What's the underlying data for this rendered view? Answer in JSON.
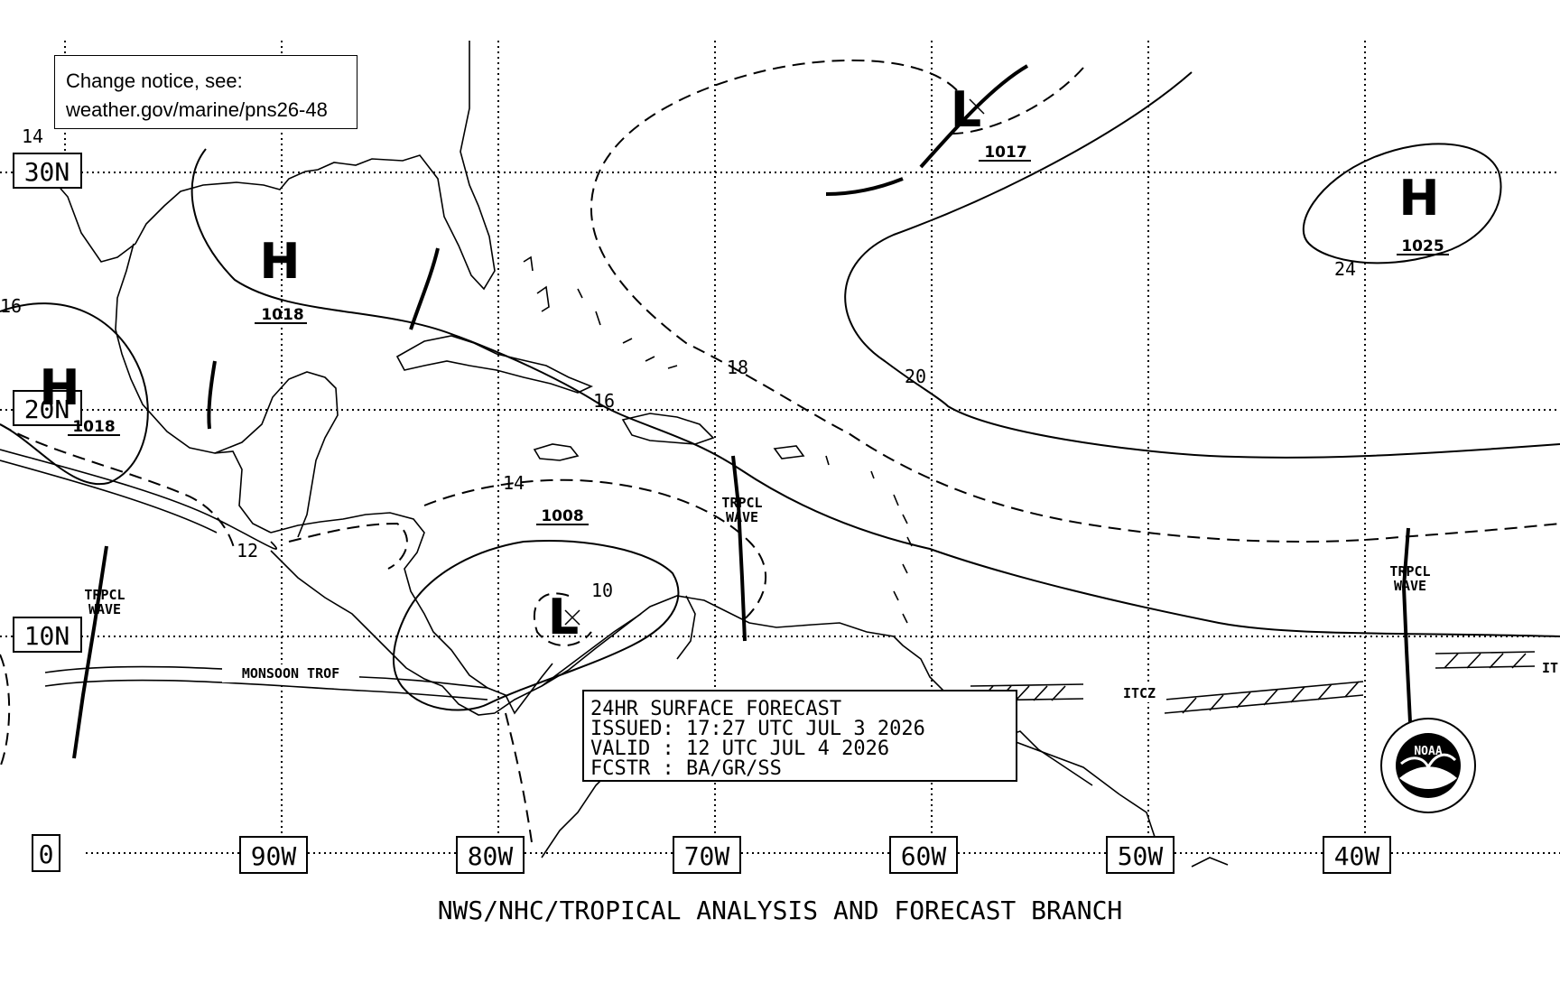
{
  "notice": {
    "line1": "Change notice, see:",
    "line2": "weather.gov/marine/pns26-48"
  },
  "lat_labels": [
    "30N",
    "20N",
    "10N"
  ],
  "lon_labels": [
    "90W",
    "80W",
    "70W",
    "60W",
    "50W",
    "40W"
  ],
  "corner_label": "0",
  "isobar_labels": [
    "14",
    "16",
    "18",
    "20",
    "24",
    "16",
    "14",
    "12",
    "10"
  ],
  "pressure_centers": [
    {
      "symbol": "H",
      "value": "1018"
    },
    {
      "symbol": "H",
      "value": "1018"
    },
    {
      "symbol": "L",
      "value": "1017"
    },
    {
      "symbol": "H",
      "value": "1025"
    },
    {
      "symbol": "",
      "value": "1008"
    },
    {
      "symbol": "L",
      "value": ""
    }
  ],
  "features": {
    "tropical_wave_1": [
      "TRPCL",
      "WAVE"
    ],
    "tropical_wave_2": [
      "TRPCL",
      "WAVE"
    ],
    "tropical_wave_3": [
      "TRPCL",
      "WAVE"
    ],
    "monsoon": "MONSOON TROF",
    "itcz": "ITCZ",
    "itcz_edge": "IT"
  },
  "forecast_box": {
    "line1": "24HR SURFACE FORECAST",
    "line2": "ISSUED: 17:27 UTC JUL 3 2026",
    "line3": "VALID : 12 UTC JUL 4 2026",
    "line4": "FCSTR : BA/GR/SS"
  },
  "footer": "NWS/NHC/TROPICAL ANALYSIS AND FORECAST BRANCH",
  "logo_text": "NOAA"
}
